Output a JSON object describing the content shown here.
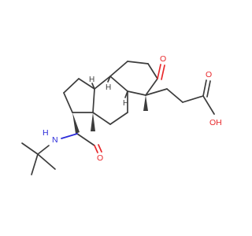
{
  "molecule": {
    "atoms": {
      "ketone_oxygen": {
        "symbol": "O",
        "color": "#e8282b"
      },
      "acid_carbonyl_oxygen": {
        "symbol": "O",
        "color": "#e8282b"
      },
      "acid_hydroxyl": {
        "symbol": "OH",
        "color": "#e8282b"
      },
      "amide_oxygen": {
        "symbol": "O",
        "color": "#e8282b"
      },
      "amide_nitrogen": {
        "symbol": "N",
        "color": "#2b2bd9"
      },
      "amide_hydrogen": {
        "symbol": "H",
        "color": "#2b2bd9"
      },
      "stereo_h_1": {
        "symbol": "H",
        "color": "#3c3c3c"
      },
      "stereo_h_2": {
        "symbol": "H",
        "color": "#3c3c3c"
      },
      "stereo_h_3": {
        "symbol": "H",
        "color": "#3c3c3c"
      }
    },
    "colors": {
      "carbon_bond": "#3c3c3c",
      "oxygen": "#e8282b",
      "nitrogen": "#2b2bd9"
    }
  }
}
